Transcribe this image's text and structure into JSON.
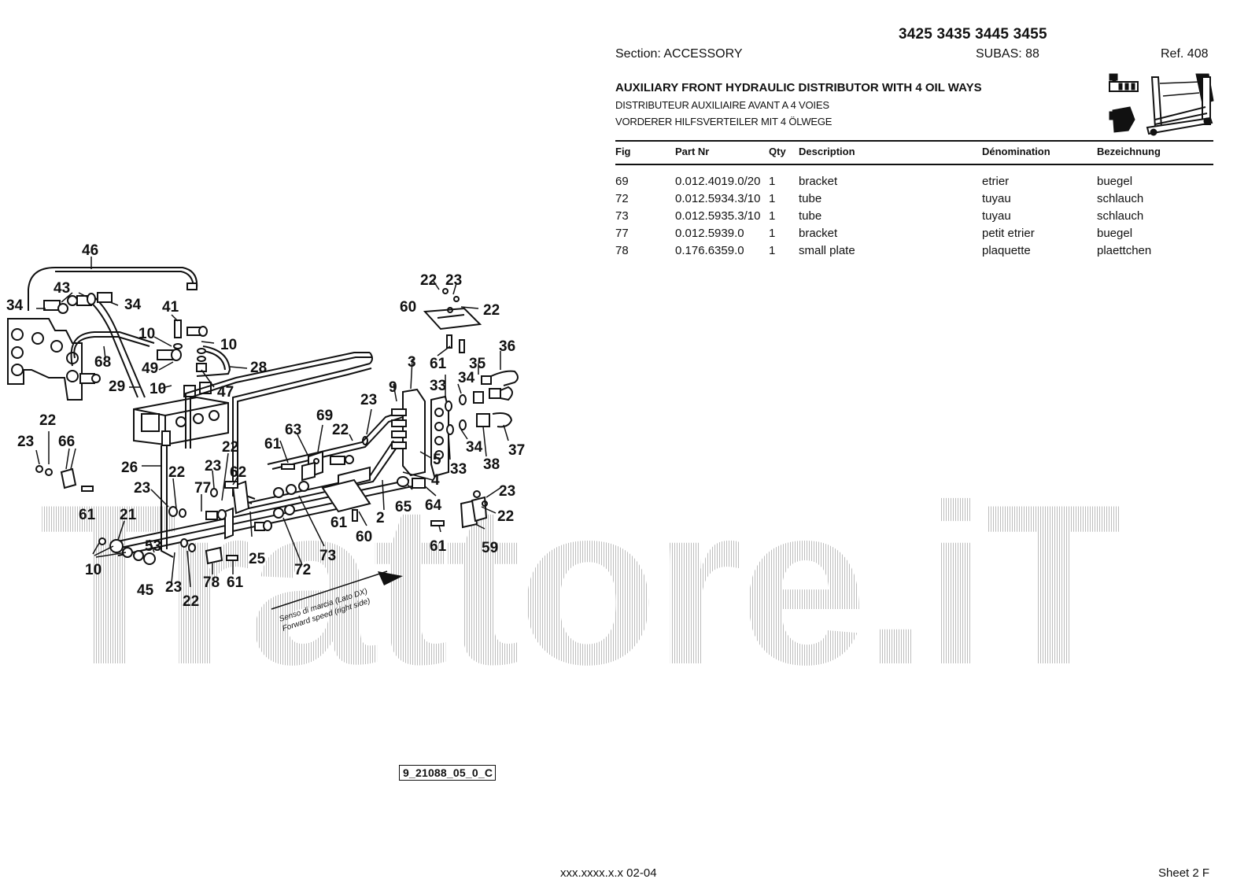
{
  "header": {
    "models": "3425 3435 3445 3455",
    "section": "Section: ACCESSORY",
    "subas": "SUBAS: 88",
    "ref": "Ref. 408"
  },
  "title": {
    "en": "AUXILIARY FRONT HYDRAULIC DISTRIBUTOR WITH 4 OIL WAYS",
    "fr": "DISTRIBUTEUR AUXILIAIRE AVANT A 4 VOIES",
    "de": "VORDERER HILFSVERTEILER MIT 4 ÖLWEGE"
  },
  "table": {
    "headers": [
      "Fig",
      "Part Nr",
      "Qty",
      "Description",
      "Dénomination",
      "Bezeichnung"
    ],
    "rows": [
      [
        "69",
        "0.012.4019.0/20",
        "1",
        "bracket",
        "etrier",
        "buegel"
      ],
      [
        "72",
        "0.012.5934.3/10",
        "1",
        "tube",
        "tuyau",
        "schlauch"
      ],
      [
        "73",
        "0.012.5935.3/10",
        "1",
        "tube",
        "tuyau",
        "schlauch"
      ],
      [
        "77",
        "0.012.5939.0",
        "1",
        "bracket",
        "petit etrier",
        "buegel"
      ],
      [
        "78",
        "0.176.6359.0",
        "1",
        "small plate",
        "plaquette",
        "plaettchen"
      ]
    ]
  },
  "diagram": {
    "labels": [
      "46",
      "34",
      "43",
      "34",
      "41",
      "10",
      "10",
      "28",
      "68",
      "49",
      "47",
      "29",
      "10",
      "22",
      "23",
      "66",
      "26",
      "22",
      "23",
      "61",
      "21",
      "10",
      "53",
      "45",
      "23",
      "22",
      "77",
      "78",
      "61",
      "22",
      "23",
      "62",
      "25",
      "61",
      "63",
      "69",
      "22",
      "23",
      "72",
      "73",
      "60",
      "61",
      "2",
      "9",
      "3",
      "5",
      "4",
      "65",
      "64",
      "22",
      "23",
      "60",
      "22",
      "61",
      "35",
      "36",
      "33",
      "34",
      "33",
      "34",
      "38",
      "37",
      "23",
      "22",
      "59",
      "61"
    ],
    "direction_it": "Senso di marcia (Lato DX)",
    "direction_en": "Forward speed (right side)",
    "drawing_code": "9_21088_05_0_C",
    "watermark": "Trattore.iT"
  },
  "footer": {
    "code": "xxx.xxxx.x.x  02-04",
    "sheet": "Sheet 2 F"
  }
}
